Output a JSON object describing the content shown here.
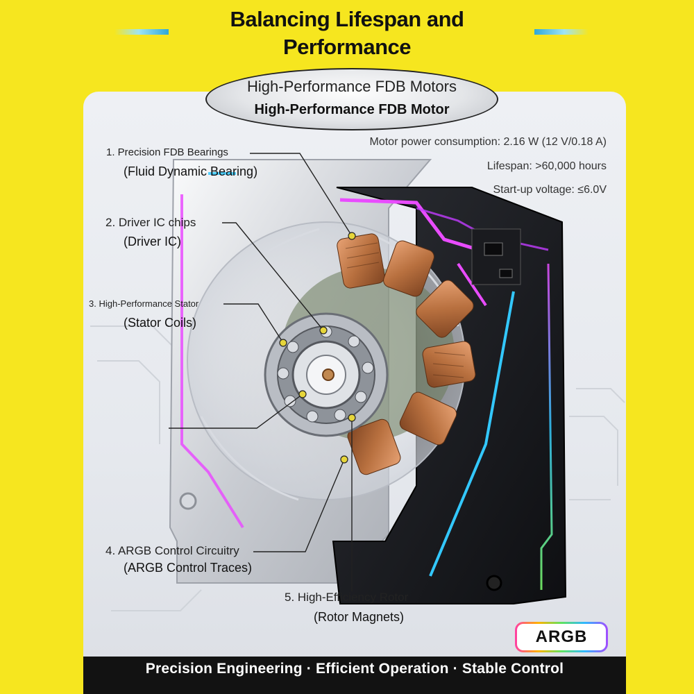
{
  "header": {
    "title_line1": "Balancing Lifespan and",
    "title_line2": "Performance"
  },
  "badge_oval": {
    "line1": "High-Performance FDB Motors",
    "line2": "High-Performance FDB Motor"
  },
  "specs": [
    "Motor power consumption: 2.16 W (12 V/0.18 A)",
    "Lifespan: >60,000 hours",
    "Start-up voltage: ≤6.0V"
  ],
  "callouts": [
    {
      "title": "1. Precision FDB Bearings",
      "sub": "(Fluid Dynamic Bearing)"
    },
    {
      "title": "2. Driver IC chips",
      "sub": "(Driver IC)"
    },
    {
      "title": "3. High-Performance Stator",
      "sub": "(Stator Coils)"
    },
    {
      "title": "4. ARGB Control Circuitry",
      "sub": "(ARGB Control Traces)"
    },
    {
      "title": "5. High-Efficiency Rotor",
      "sub": "(Rotor Magnets)"
    }
  ],
  "argb_badge": "ARGB",
  "footer": "Precision Engineering · Efficient Operation · Stable Control",
  "colors": {
    "background": "#f6e61f",
    "panel": "#eaedf1",
    "footer": "#121212",
    "neon_pink": "#e94cff",
    "neon_cyan": "#33c8ff",
    "coil_copper": "#b8703f"
  },
  "icons": [
    "fan-illustration",
    "argb-logo"
  ]
}
